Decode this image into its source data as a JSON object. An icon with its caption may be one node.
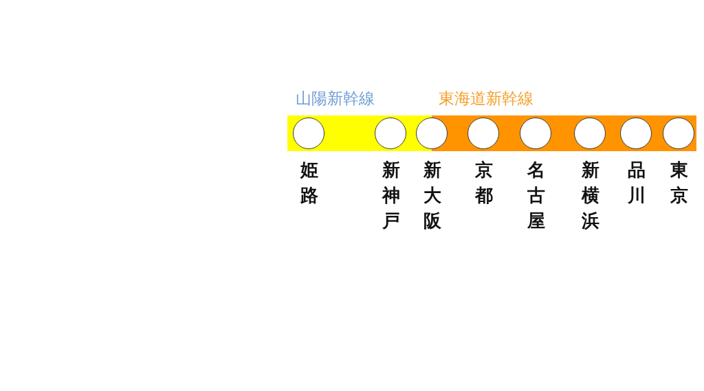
{
  "diagram": {
    "nodes": [
      {
        "text": [
          "山陽新幹線"
        ]
      },
      {
        "text": [],
        "shape": "circle",
        "in": 0,
        "beside": [
          "姫路"
        ]
      },
      {
        "text": [],
        "shape": "circle",
        "in": 0,
        "beside": [
          "新神戸"
        ]
      },
      {
        "text": [],
        "shape": "circle",
        "beside": [
          "新大阪"
        ]
      },
      {
        "text": [
          "東海道新幹線"
        ]
      },
      {
        "text": [],
        "shape": "circle",
        "in": 4,
        "beside": [
          "京都"
        ]
      },
      {
        "text": [],
        "shape": "circle",
        "in": 4,
        "beside": [
          "名古屋"
        ]
      },
      {
        "text": [],
        "shape": "circle",
        "in": 4,
        "beside": [
          "新横浜"
        ]
      },
      {
        "text": [],
        "shape": "circle",
        "in": 4,
        "beside": [
          "品川"
        ]
      },
      {
        "text": [],
        "shape": "circle",
        "in": 4,
        "beside": [
          "東京"
        ]
      }
    ]
  }
}
